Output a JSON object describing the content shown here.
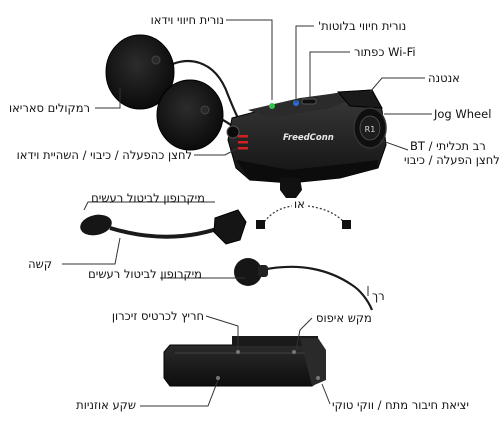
{
  "labels": {
    "video_led": "נורית חיווי וידאו",
    "bt_led": "נורית חיווי בלוטות'",
    "wifi_button": "כפתור Wi-Fi",
    "antenna": "אנטנה",
    "speakers": "רמקולים סאריאו",
    "jog_wheel": "Jog Wheel",
    "multifunction_line1": "רב תכליתי / BT",
    "multifunction_line2": "לחצן הפעלה / כיבוי",
    "power_video_button": "לחצן כהפעלה / כיבוי / השהיית וידאו",
    "mic_boom_top": "מיקרופון לביטול רעשים",
    "or_label": "או",
    "hard_label": "קשה",
    "mic_wired": "מיקרופון לביטול רעשים",
    "soft_label": "רך",
    "sd_slot": "חריץ לכרטיס זיכרון",
    "reset_switch": "מקש איפוס",
    "headphone_jack": "שקע אוזניות",
    "charging_port": "יציאת חיבור מתח / ווקי טוקי"
  },
  "device": {
    "brand": "FreedConn",
    "button_label": "R1"
  },
  "colors": {
    "body": "#1c1c1c",
    "speaker": "#151515",
    "led_blue": "#2e6bd6",
    "led_green": "#39c04a",
    "accent_red": "#d02020",
    "line": "#333333"
  }
}
